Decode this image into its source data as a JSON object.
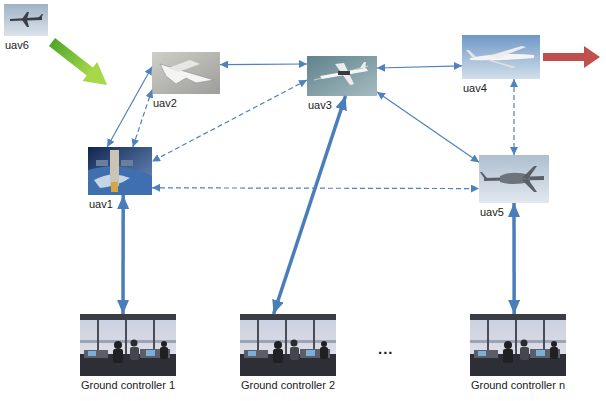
{
  "diagram": {
    "nodes": [
      {
        "text": [
          "uav6"
        ]
      },
      {
        "text": [
          "uav2"
        ]
      },
      {
        "text": [
          "uav3"
        ]
      },
      {
        "text": [
          "uav4"
        ]
      },
      {
        "text": [
          "uav1"
        ]
      },
      {
        "text": [
          "uav5"
        ]
      },
      {
        "text": [
          "Ground controller 1"
        ]
      },
      {
        "text": [
          "Ground controller 2"
        ]
      },
      {
        "text": [
          "Ground controller n"
        ]
      }
    ],
    "edges": [
      {
        "from": 1,
        "to": 2,
        "arrow": "both"
      },
      {
        "from": 4,
        "to": 1,
        "arrow": "both"
      },
      {
        "from": 4,
        "to": 1,
        "arrow": "both"
      },
      {
        "from": 2,
        "to": 4,
        "arrow": "both"
      },
      {
        "from": 2,
        "to": 3,
        "arrow": "both"
      },
      {
        "from": 2,
        "to": 5,
        "arrow": "both"
      },
      {
        "from": 3,
        "to": 5,
        "arrow": "both"
      },
      {
        "from": 4,
        "to": 5,
        "arrow": "both"
      },
      {
        "from": 4,
        "to": 6,
        "arrow": "both"
      },
      {
        "from": 7,
        "to": 2,
        "arrow": "both"
      },
      {
        "from": 5,
        "to": 8,
        "arrow": "both"
      }
    ],
    "labels": [
      "..."
    ]
  }
}
